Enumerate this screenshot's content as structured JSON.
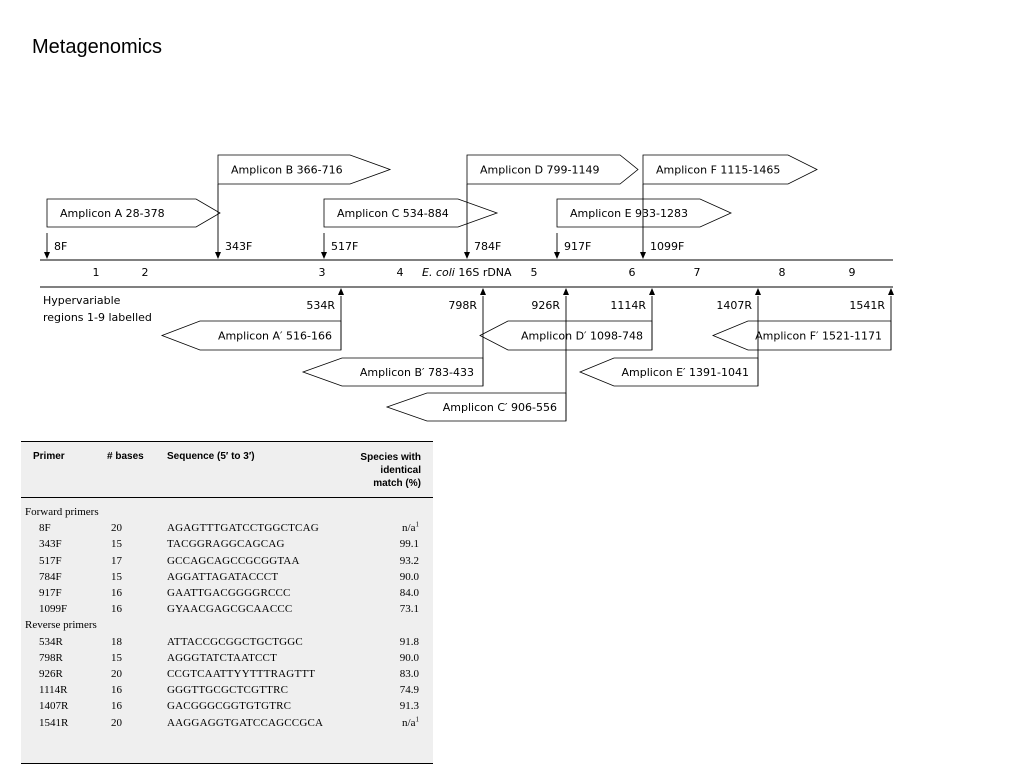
{
  "slide": {
    "title": "Metagenomics"
  },
  "diagram": {
    "axis_label_italic": "E. coli",
    "axis_label_rest": " 16S rDNA",
    "hypervariable_note_line1": "Hypervariable",
    "hypervariable_note_line2": "regions 1-9 labelled",
    "region_numbers": [
      "1",
      "2",
      "3",
      "4",
      "5",
      "6",
      "7",
      "8",
      "9"
    ],
    "forward_primer_labels": [
      "8F",
      "343F",
      "517F",
      "784F",
      "917F",
      "1099F"
    ],
    "reverse_primer_labels": [
      "534R",
      "798R",
      "926R",
      "1114R",
      "1407R",
      "1541R"
    ],
    "forward_amplicons": [
      "Amplicon A 28-378",
      "Amplicon B 366-716",
      "Amplicon C 534-884",
      "Amplicon D 799-1149",
      "Amplicon E 933-1283",
      "Amplicon F 1115-1465"
    ],
    "reverse_amplicons": [
      "Amplicon A′ 516-166",
      "Amplicon B′ 783-433",
      "Amplicon C′ 906-556",
      "Amplicon D′ 1098-748",
      "Amplicon E′ 1391-1041",
      "Amplicon F′ 1521-1171"
    ]
  },
  "table": {
    "headers": {
      "primer": "Primer",
      "bases": "# bases",
      "sequence": "Sequence (5′ to 3′)",
      "match_line1": "Species with",
      "match_line2": "identical",
      "match_line3": "match (%)"
    },
    "forward_section": "Forward primers",
    "reverse_section": "Reverse primers",
    "footnote_marker": "1",
    "forward_rows": [
      {
        "primer": "8F",
        "bases": "20",
        "sequence": "AGAGTTTGATCCTGGCTCAG",
        "match": "n/a"
      },
      {
        "primer": "343F",
        "bases": "15",
        "sequence": "TACGGRAGGCAGCAG",
        "match": "99.1"
      },
      {
        "primer": "517F",
        "bases": "17",
        "sequence": "GCCAGCAGCCGCGGTAA",
        "match": "93.2"
      },
      {
        "primer": "784F",
        "bases": "15",
        "sequence": "AGGATTAGATACCCT",
        "match": "90.0"
      },
      {
        "primer": "917F",
        "bases": "16",
        "sequence": "GAATTGACGGGGRCCC",
        "match": "84.0"
      },
      {
        "primer": "1099F",
        "bases": "16",
        "sequence": "GYAACGAGCGCAACCC",
        "match": "73.1"
      }
    ],
    "reverse_rows": [
      {
        "primer": "534R",
        "bases": "18",
        "sequence": "ATTACCGCGGCTGCTGGC",
        "match": "91.8"
      },
      {
        "primer": "798R",
        "bases": "15",
        "sequence": "AGGGTATCTAATCCT",
        "match": "90.0"
      },
      {
        "primer": "926R",
        "bases": "20",
        "sequence": "CCGTCAATTYYTTTRAGTTT",
        "match": "83.0"
      },
      {
        "primer": "1114R",
        "bases": "16",
        "sequence": "GGGTTGCGCTCGTTRC",
        "match": "74.9"
      },
      {
        "primer": "1407R",
        "bases": "16",
        "sequence": "GACGGGCGGTGTGTRC",
        "match": "91.3"
      },
      {
        "primer": "1541R",
        "bases": "20",
        "sequence": "AAGGAGGTGATCCAGCCGCA",
        "match": "n/a"
      }
    ]
  }
}
